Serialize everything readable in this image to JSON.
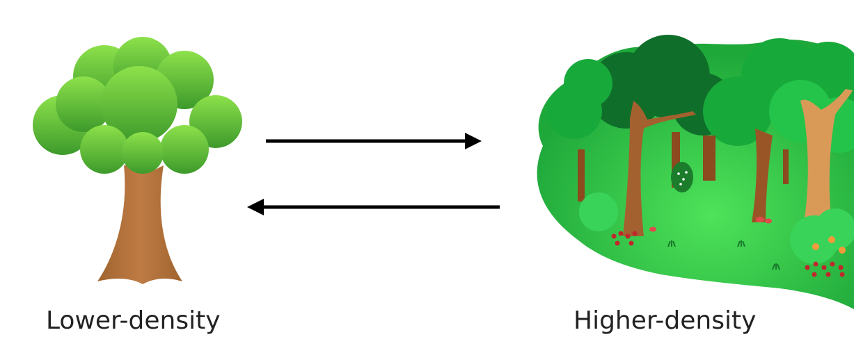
{
  "labels": {
    "low_density": "Lower-density",
    "high_density": "Higher-density"
  },
  "arrows": [
    {
      "direction": "right",
      "from": "low_density",
      "to": "high_density"
    },
    {
      "direction": "left",
      "from": "high_density",
      "to": "low_density"
    }
  ],
  "colors": {
    "arrow": "#000000",
    "foliage_light": "#8ee34a",
    "foliage_dark": "#3f9a28",
    "trunk": "#b8743e",
    "forest_green": "#22c23a",
    "forest_dark": "#0f6e2a"
  },
  "icons": [
    "single-tree-icon",
    "forest-icon"
  ]
}
